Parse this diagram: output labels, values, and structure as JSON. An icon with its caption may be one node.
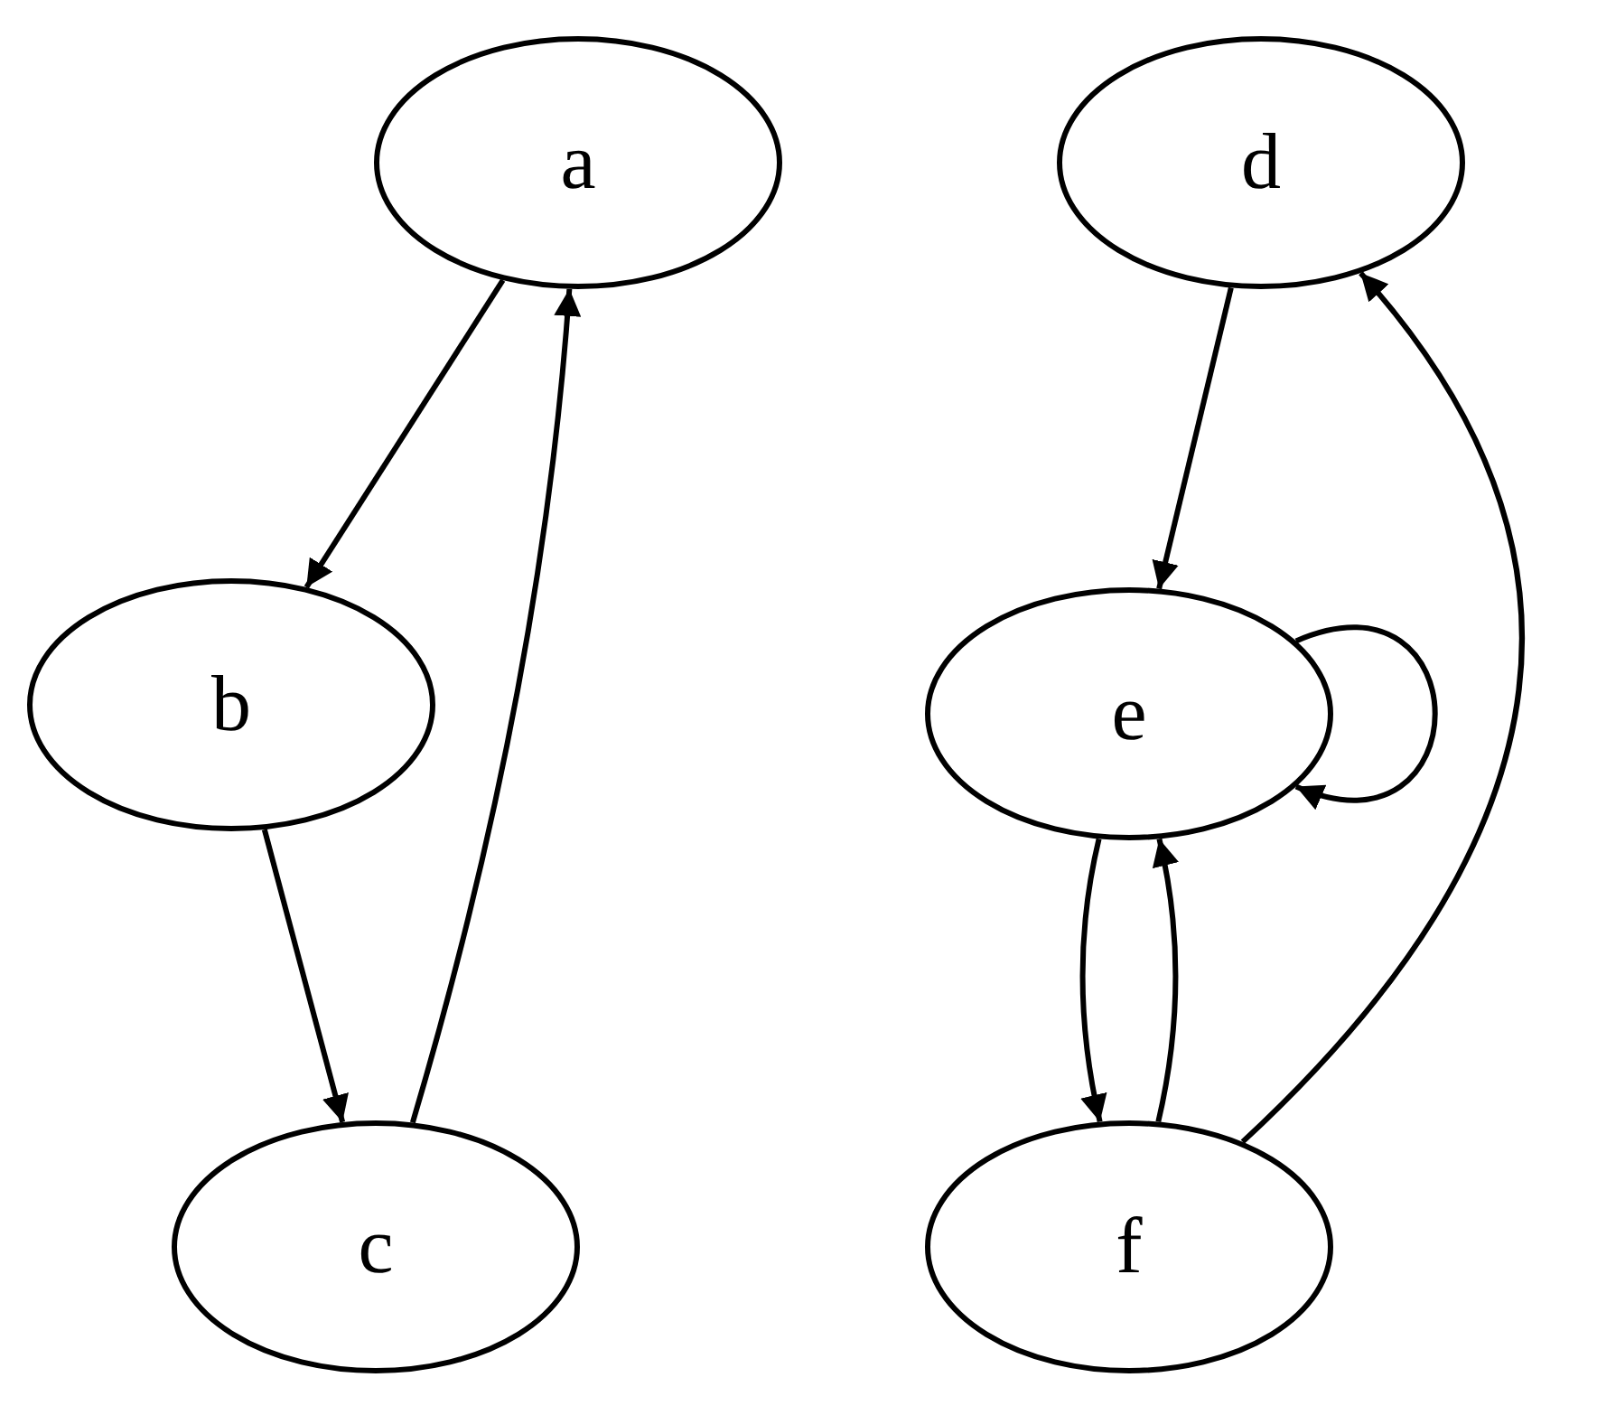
{
  "diagram": {
    "nodes": [
      {
        "text": [
          "a"
        ]
      },
      {
        "text": [
          "b"
        ]
      },
      {
        "text": [
          "c"
        ]
      },
      {
        "text": [
          "d"
        ]
      },
      {
        "text": [
          "e"
        ]
      },
      {
        "text": [
          "f"
        ]
      }
    ],
    "edges": [
      {
        "from": 0,
        "to": 1,
        "arrow": "to"
      },
      {
        "from": 1,
        "to": 2,
        "arrow": "to"
      },
      {
        "from": 2,
        "to": 0,
        "arrow": "to"
      },
      {
        "from": 3,
        "to": 4,
        "arrow": "to"
      },
      {
        "from": 4,
        "to": 4,
        "arrow": "to"
      },
      {
        "from": 4,
        "to": 5,
        "arrow": "to"
      },
      {
        "from": 5,
        "to": 4,
        "arrow": "to"
      },
      {
        "from": 5,
        "to": 3,
        "arrow": "to"
      }
    ]
  }
}
